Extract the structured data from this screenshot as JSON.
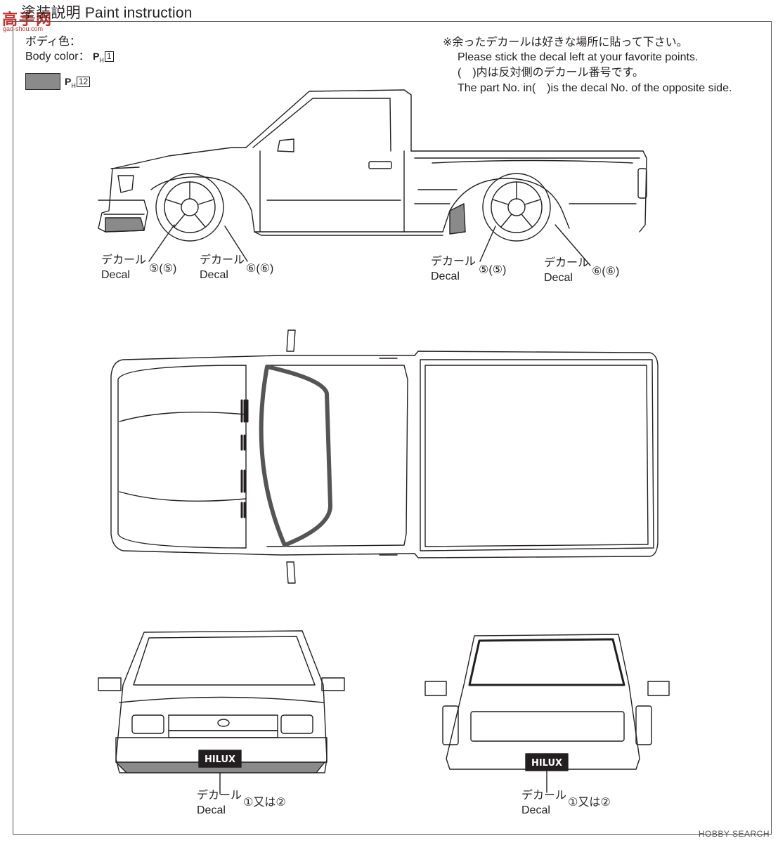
{
  "header": {
    "title": "塗装説明 Paint instruction",
    "logo_text": "高手网",
    "logo_url_text": "gao-shou.com"
  },
  "body_color": {
    "label_jp": "ボディ色：",
    "label_en": "Body color：",
    "paint_code": "1",
    "swatch_paint_code": "12",
    "swatch_color": "#8a8a8a"
  },
  "notes": {
    "line1": "※余ったデカールは好きな場所に貼って下さい。",
    "line2": "Please stick the decal left at your favorite points.",
    "line3": "(　)内は反対側のデカール番号です。",
    "line4": "The part No. in(　)is the decal No. of the opposite side."
  },
  "decal_labels": [
    {
      "jp": "デカール",
      "en": "Decal",
      "num": "⑤(⑤)"
    },
    {
      "jp": "デカール",
      "en": "Decal",
      "num": "⑥(⑥)"
    },
    {
      "jp": "デカール",
      "en": "Decal",
      "num": "⑤(⑤)"
    },
    {
      "jp": "デカール",
      "en": "Decal",
      "num": "⑥(⑥)"
    },
    {
      "jp": "デカール",
      "en": "Decal",
      "num": "①又は②"
    },
    {
      "jp": "デカール",
      "en": "Decal",
      "num": "①又は②"
    }
  ],
  "plates": {
    "front": "HILUX",
    "rear": "HILUX"
  },
  "watermark": "HOBBY SEARCH"
}
